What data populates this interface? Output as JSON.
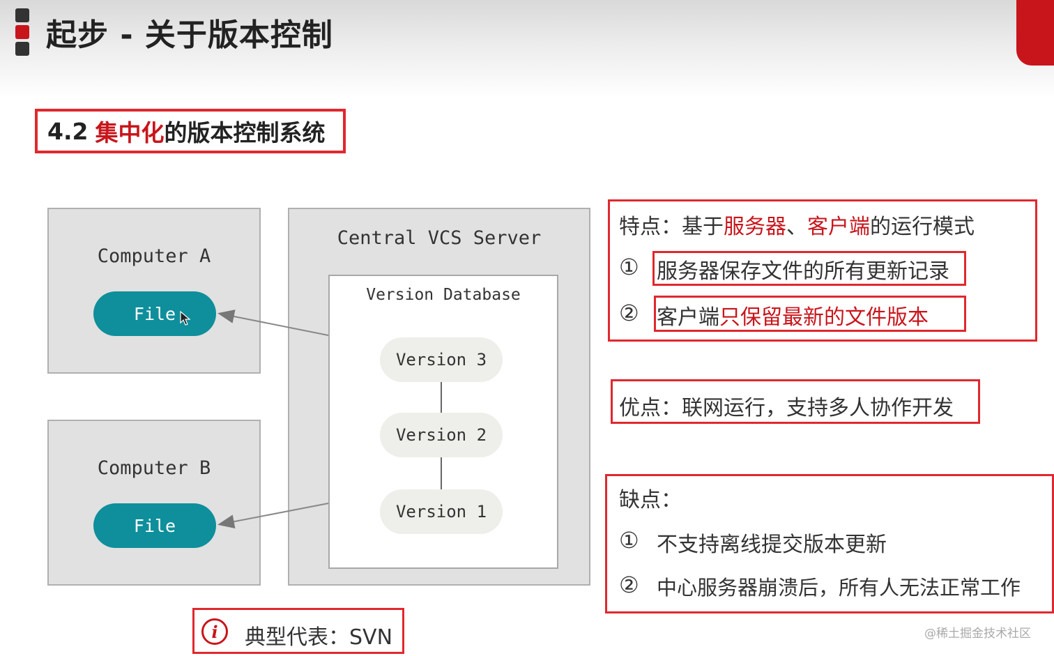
{
  "header": {
    "title": "起步 - 关于版本控制",
    "accent_color": "#c8151b"
  },
  "section": {
    "number": "4.2",
    "highlight": "集中化",
    "rest": "的版本控制系统"
  },
  "diagram": {
    "computer_a": {
      "label": "Computer A",
      "file": "File"
    },
    "computer_b": {
      "label": "Computer B",
      "file": "File"
    },
    "server": {
      "label": "Central VCS Server",
      "database": "Version Database"
    },
    "versions": [
      "Version 3",
      "Version 2",
      "Version 1"
    ],
    "pill_color": "#0e8f9b"
  },
  "features": {
    "prefix": "特点：基于",
    "hl1": "服务器",
    "sep": "、",
    "hl2": "客户端",
    "suffix": "的运行模式",
    "item1_marker": "①",
    "item1": "服务器保存文件的所有更新记录",
    "item2_marker": "②",
    "item2_plain": "客户端",
    "item2_red": "只保留最新的文件版本"
  },
  "advantages": {
    "text": "优点：联网运行，支持多人协作开发"
  },
  "disadvantages": {
    "heading": "缺点：",
    "item1_marker": "①",
    "item1": "不支持离线提交版本更新",
    "item2_marker": "②",
    "item2": "中心服务器崩溃后，所有人无法正常工作"
  },
  "typical": {
    "icon": "i",
    "text": "典型代表：SVN"
  },
  "watermark": "@稀土掘金技术社区"
}
